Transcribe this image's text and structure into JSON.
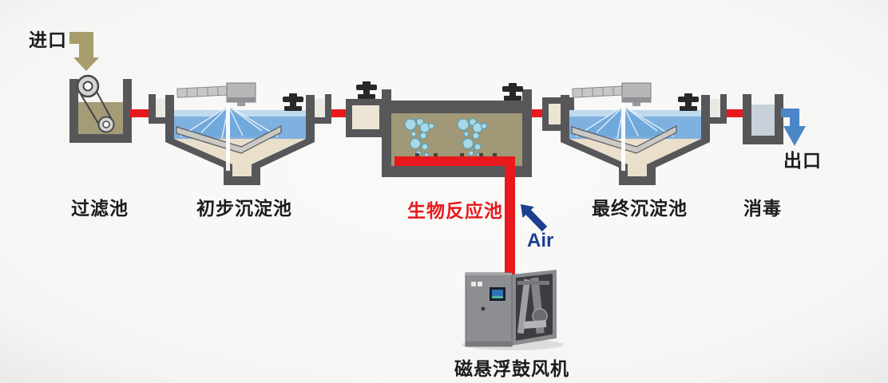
{
  "labels": {
    "inlet": "进口",
    "filter_tank": "过滤池",
    "primary_sedimentation_tank": "初步沉淀池",
    "bio_reaction_tank": "生物反应池",
    "final_sedimentation_tank": "最终沉淀池",
    "disinfection": "消毒",
    "outlet": "出口",
    "air": "Air",
    "blower": "磁悬浮鼓风机"
  },
  "flow": {
    "inlet": "进口",
    "steps": [
      "过滤池",
      "初步沉淀池",
      "生物反应池",
      "最终沉淀池",
      "消毒"
    ],
    "outlet": "出口",
    "aeration": {
      "source": "磁悬浮鼓风机",
      "medium": "Air",
      "target": "生物反应池"
    }
  },
  "colors": {
    "pipe_red": "#e8181c",
    "wall_gray": "#57575a",
    "water_blue": "#7fb1e0",
    "water_blue_light": "#bfdaee",
    "water_khaki": "#a09876",
    "sludge_cream": "#e9dfcb",
    "inlet_arrow_khaki": "#a79d6c",
    "air_arrow_blue": "#1d3e8f",
    "outlet_arrow_blue": "#4b86c7",
    "bio_label_red": "#e8181c",
    "bubble_blue": "#a9d8e6"
  }
}
